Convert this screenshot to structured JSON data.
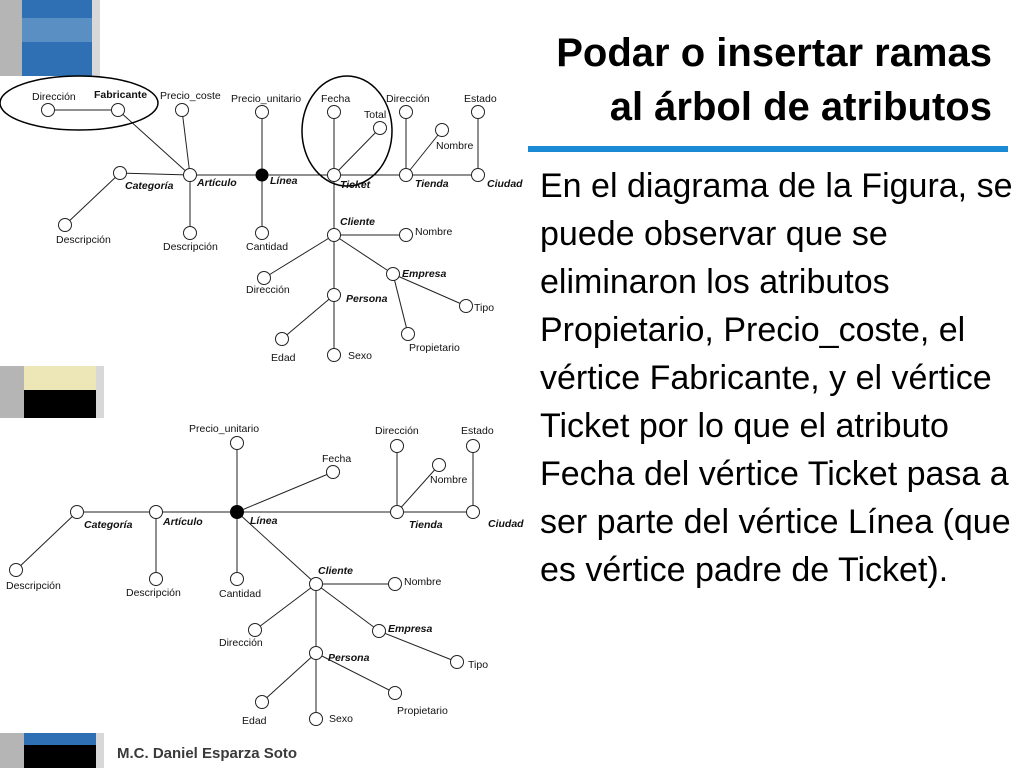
{
  "slide": {
    "title_line1": "Podar o insertar ramas",
    "title_line2": "al árbol de atributos",
    "body": "En el diagrama de la Figura, se puede observar que se eliminaron los atributos Propietario, Precio_coste, el vértice Fabricante,  y el vértice Ticket por lo que el atributo Fecha del vértice Ticket pasa a ser parte del vértice Línea (que es vértice padre de Ticket).",
    "footer": "M.C. Daniel Esparza Soto"
  },
  "colors": {
    "accent_bar": "#1a8ad4",
    "deco_blue": "#2f6fb3",
    "deco_cream": "#ede7b8",
    "deco_gray": "#b5b5b5",
    "deco_black": "#000000"
  },
  "diagram_top": {
    "labels": {
      "direccion_1": "Dirección",
      "fabricante": "Fabricante",
      "precio_coste": "Precio_coste",
      "precio_unitario": "Precio_unitario",
      "fecha": "Fecha",
      "total": "Total",
      "direccion_2": "Dirección",
      "estado": "Estado",
      "nombre_1": "Nombre",
      "categoria": "Categoría",
      "articulo": "Artículo",
      "linea": "Línea",
      "ticket": "Ticket",
      "tienda": "Tienda",
      "ciudad": "Ciudad",
      "descripcion_1": "Descripción",
      "descripcion_2": "Descripción",
      "cantidad": "Cantidad",
      "cliente": "Cliente",
      "nombre_2": "Nombre",
      "direccion_3": "Dirección",
      "empresa": "Empresa",
      "persona": "Persona",
      "tipo": "Tipo",
      "propietario": "Propietario",
      "edad": "Edad",
      "sexo": "Sexo"
    }
  },
  "diagram_bottom": {
    "labels": {
      "precio_unitario": "Precio_unitario",
      "direccion_1": "Dirección",
      "estado": "Estado",
      "fecha": "Fecha",
      "nombre_1": "Nombre",
      "categoria": "Categoría",
      "articulo": "Artículo",
      "linea": "Línea",
      "tienda": "Tienda",
      "ciudad": "Ciudad",
      "descripcion_1": "Descripción",
      "descripcion_2": "Descripción",
      "cantidad": "Cantidad",
      "cliente": "Cliente",
      "nombre_2": "Nombre",
      "direccion_2": "Dirección",
      "empresa": "Empresa",
      "persona": "Persona",
      "tipo": "Tipo",
      "propietario": "Propietario",
      "edad": "Edad",
      "sexo": "Sexo"
    }
  }
}
